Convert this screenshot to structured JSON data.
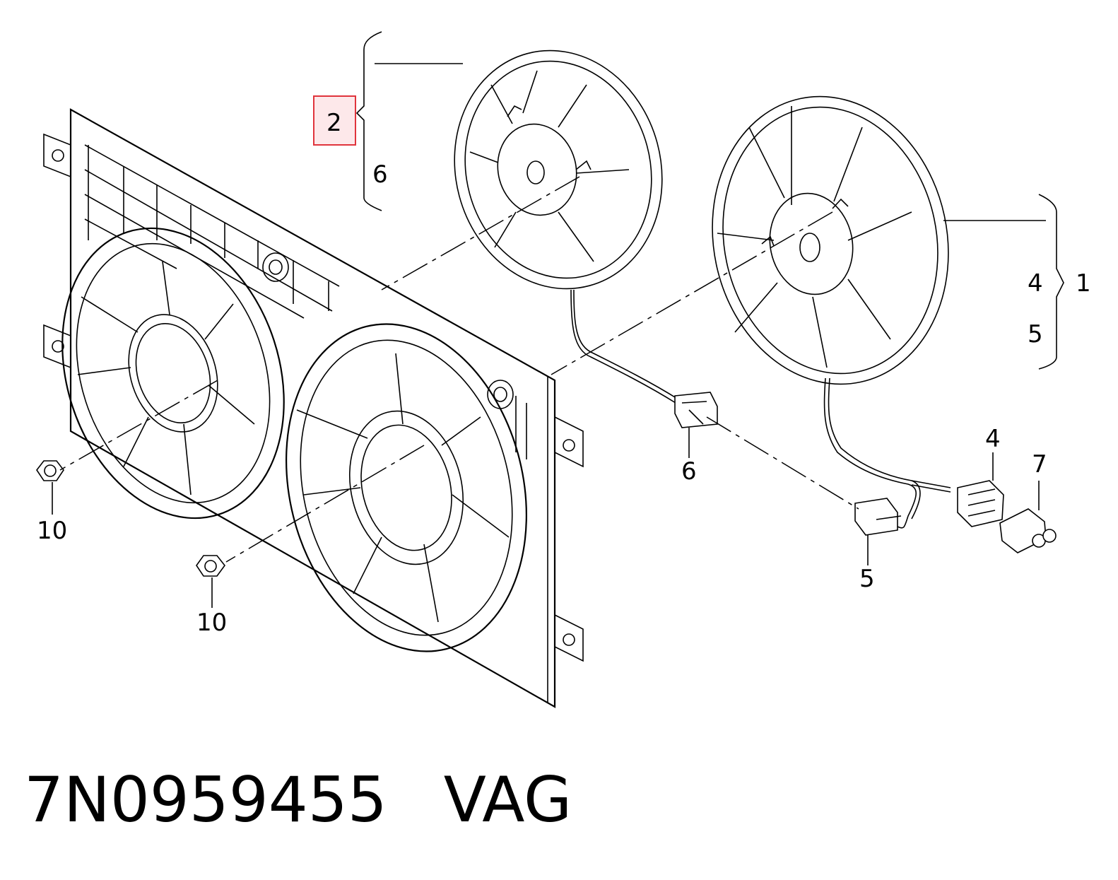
{
  "callouts": {
    "c1": "1",
    "c2": "2",
    "c4_bracket": "4",
    "c5_bracket": "5",
    "c6_bracket": "6",
    "c4_conn": "4",
    "c5_conn": "5",
    "c6_conn": "6",
    "c7_conn": "7",
    "c10_left": "10",
    "c10_mid": "10"
  },
  "footer": {
    "part_number": "7N0959455",
    "brand": "VAG"
  },
  "highlight": {
    "color": "#e0343c",
    "fill": "#fde8ea",
    "callout": "2"
  }
}
